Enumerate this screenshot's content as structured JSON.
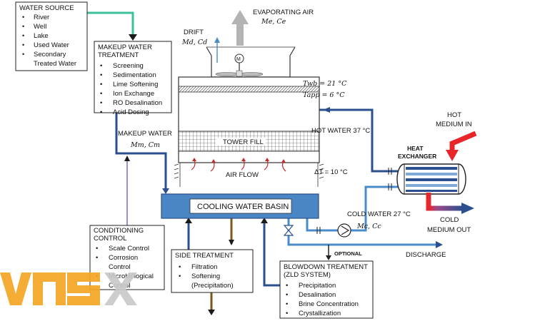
{
  "boxes": {
    "water_source": {
      "title": "WATER SOURCE",
      "items": [
        "River",
        "Well",
        "Lake",
        "Used Water",
        "Secondary",
        "Treated Water"
      ]
    },
    "makeup_treatment": {
      "title_line1": "MAKEUP WATER",
      "title_line2": "TREATMENT",
      "items": [
        "Screening",
        "Sedimentation",
        "Lime Softening",
        "Ion Exchange",
        "RO Desalination",
        "Acid Dosing"
      ]
    },
    "conditioning": {
      "title_line1": "CONDITIONING",
      "title_line2": "CONTROL",
      "items": [
        "Scale Control",
        "Corrosion",
        "Control",
        "Microbiological",
        "Control"
      ]
    },
    "side_treatment": {
      "title": "SIDE TREATMENT",
      "items": [
        "Filtration",
        "Softening",
        "(Precipitation)"
      ]
    },
    "blowdown": {
      "title_line1": "BLOWDOWN TREATMENT",
      "title_line2": "(ZLD SYSTEM)",
      "items": [
        "Precipitation",
        "Desalination",
        "Brine Concentration",
        "Crystallization"
      ]
    }
  },
  "labels": {
    "evaporating_air": "EVAPORATING AIR",
    "evap_var": "Me, Ce",
    "drift": "DRIFT",
    "drift_var": "Md, Cd",
    "motor": "M",
    "twb": "Twb = 21 °C",
    "tapp": "Tapp = 6 °C",
    "hot_water": "HOT WATER 37 °C",
    "hot_medium_1": "HOT",
    "hot_medium_2": "MEDIUM IN",
    "heat_exchanger_1": "HEAT",
    "heat_exchanger_2": "EXCHANGER",
    "tower_fill": "TOWER FILL",
    "air_flow": "AIR FLOW",
    "delta_t": "ΔT = 10 °C",
    "makeup_water": "MAKEUP WATER",
    "makeup_var": "Mm, Cm",
    "basin": "COOLING WATER BASIN",
    "cold_water": "COLD WATER 27 °C",
    "cold_var": "Mc, Cc",
    "cold_medium_1": "COLD",
    "cold_medium_2": "MEDIUM OUT",
    "optional": "OPTIONAL",
    "discharge": "DISCHARGE"
  },
  "colors": {
    "blue_pipe": "#2b4f8e",
    "light_pipe": "#4a8cc9",
    "green_pipe": "#3cbf9b",
    "purple_pipe": "#9b8fd0",
    "brown_pipe": "#7a5a1e",
    "hot_arrow": "#e8262a",
    "basin": "#4a86c4"
  }
}
